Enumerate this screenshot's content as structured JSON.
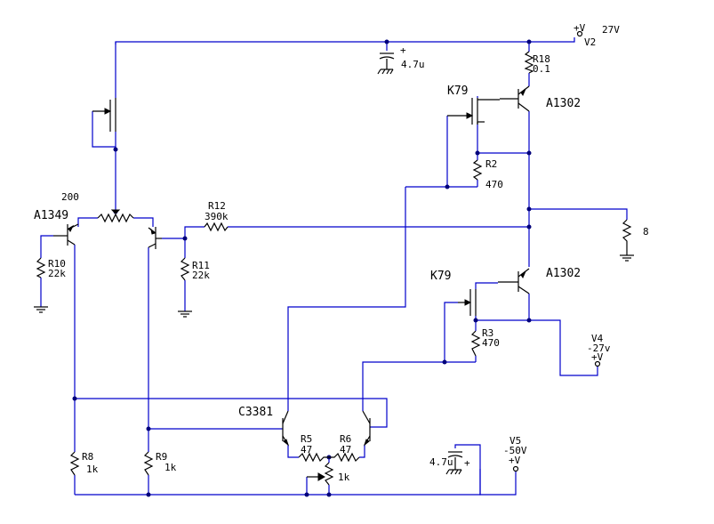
{
  "labels": {
    "v2_plus": "+V",
    "v2_value": "27V",
    "v2_name": "V2",
    "cap_top": "4.7u",
    "cap_top_plus": "+",
    "r18_name": "R18",
    "r18_value": "0.1",
    "k79_top": "K79",
    "a1302_top": "A1302",
    "r2_name": "R2",
    "r2_value": "470",
    "value_200": "200",
    "a1349": "A1349",
    "r12_name": "R12",
    "r12_value": "390k",
    "load_value": "8",
    "r10_name": "R10",
    "r10_value": "22k",
    "r11_name": "R11",
    "r11_value": "22k",
    "k79_bottom": "K79",
    "a1302_bottom": "A1302",
    "r3_name": "R3",
    "r3_value": "470",
    "v4_name": "V4",
    "v4_value": "-27v",
    "v4_plus": "+V",
    "c3381": "C3381",
    "r5_name": "R5",
    "r5_value": "47",
    "r6_name": "R6",
    "r6_value": "47",
    "pot_value": "1k",
    "r8_name": "R8",
    "r8_value": "1k",
    "r9_name": "R9",
    "r9_value": "1k",
    "cap_bottom": "4.7u",
    "cap_bottom_plus": "+",
    "v5_name": "V5",
    "v5_value": "-50V",
    "v5_plus": "+V"
  },
  "colors": {
    "wire": "#0000cc",
    "component": "#000000",
    "background": "#ffffff"
  }
}
